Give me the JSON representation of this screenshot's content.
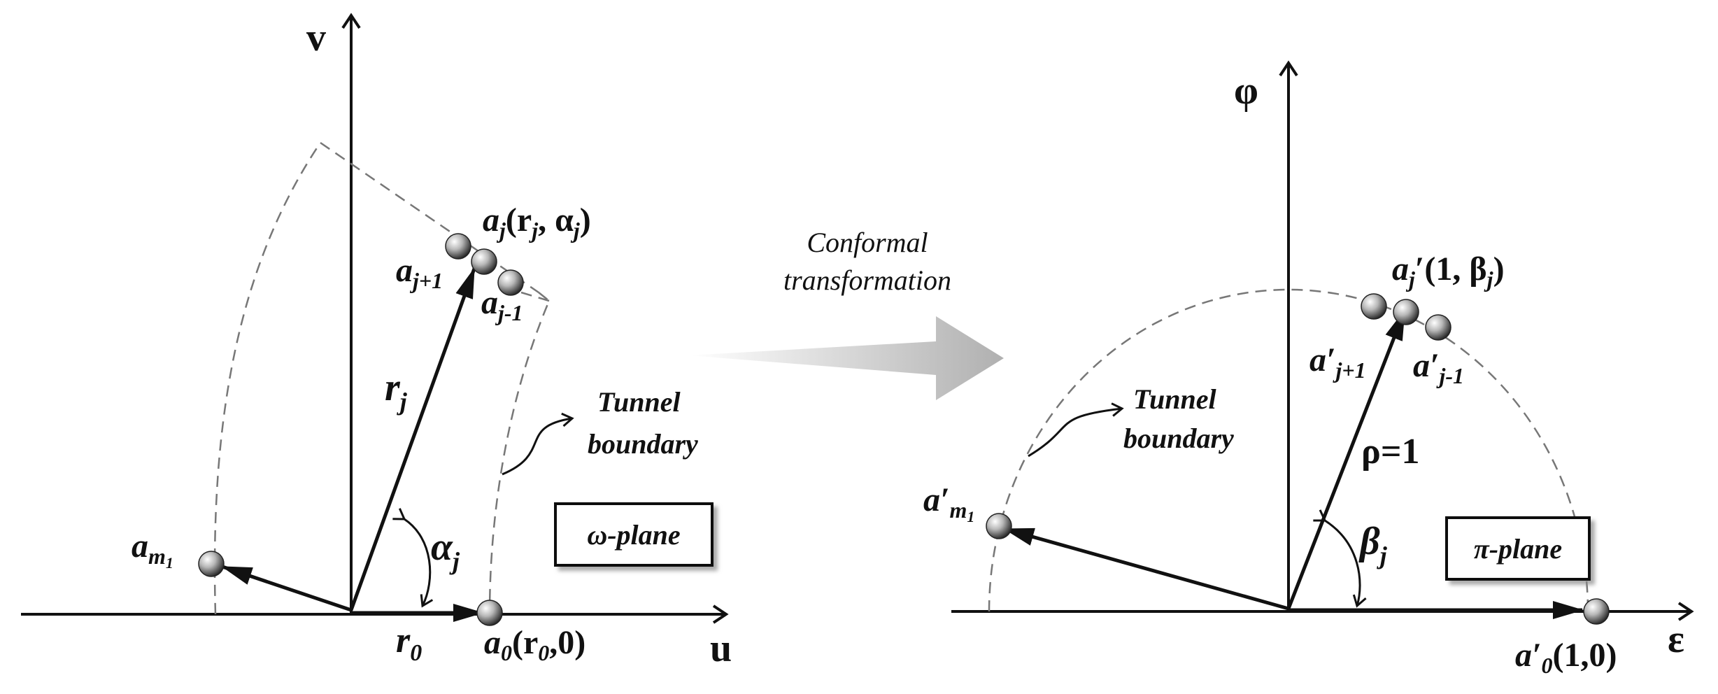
{
  "omega_plane": {
    "axis_x": "u",
    "axis_y": "v",
    "box_label": "ω-plane",
    "boundary_label_line1": "Tunnel",
    "boundary_label_line2": "boundary",
    "point_aj": {
      "base": "a",
      "sub": "j",
      "rest": "(r",
      "rest_sub": "j",
      "rest2": ", α",
      "rest2_sub": "j",
      "close": ")"
    },
    "point_aj_plus": {
      "base": "a",
      "sub": "j+1"
    },
    "point_aj_minus": {
      "base": "a",
      "sub": "j-1"
    },
    "point_am": {
      "base": "a",
      "sub": "m",
      "subsub": "1"
    },
    "point_a0": {
      "base": "a",
      "sub": "0",
      "rest": "(r",
      "rest_sub": "0",
      "close": ",0)"
    },
    "vector_label": {
      "base": "r",
      "sub": "j"
    },
    "r0_label": {
      "base": "r",
      "sub": "0"
    },
    "angle_label": {
      "base": "α",
      "sub": "j"
    }
  },
  "transform": {
    "line1": "Conformal",
    "line2": "transformation"
  },
  "pi_plane": {
    "axis_x": "ε",
    "axis_y": "φ",
    "box_label": "π-plane",
    "boundary_label_line1": "Tunnel",
    "boundary_label_line2": "boundary",
    "point_aj": {
      "base": "a",
      "sub": "j",
      "rest": "′(1, β",
      "rest_sub": "j",
      "close": ")"
    },
    "point_aj_plus": {
      "base": "a′",
      "sub": "j+1"
    },
    "point_aj_minus": {
      "base": "a′",
      "sub": "j-1"
    },
    "point_am": {
      "base": "a′",
      "sub": "m",
      "subsub": "1"
    },
    "point_a0": {
      "base": "a′",
      "sub": "0",
      "close": "(1,0)"
    },
    "radius_label": "ρ=1",
    "angle_label": {
      "base": "β",
      "sub": "j"
    }
  },
  "colors": {
    "ink": "#111111",
    "dash": "#777777",
    "arrow_gradient": "#bfbfbf"
  }
}
